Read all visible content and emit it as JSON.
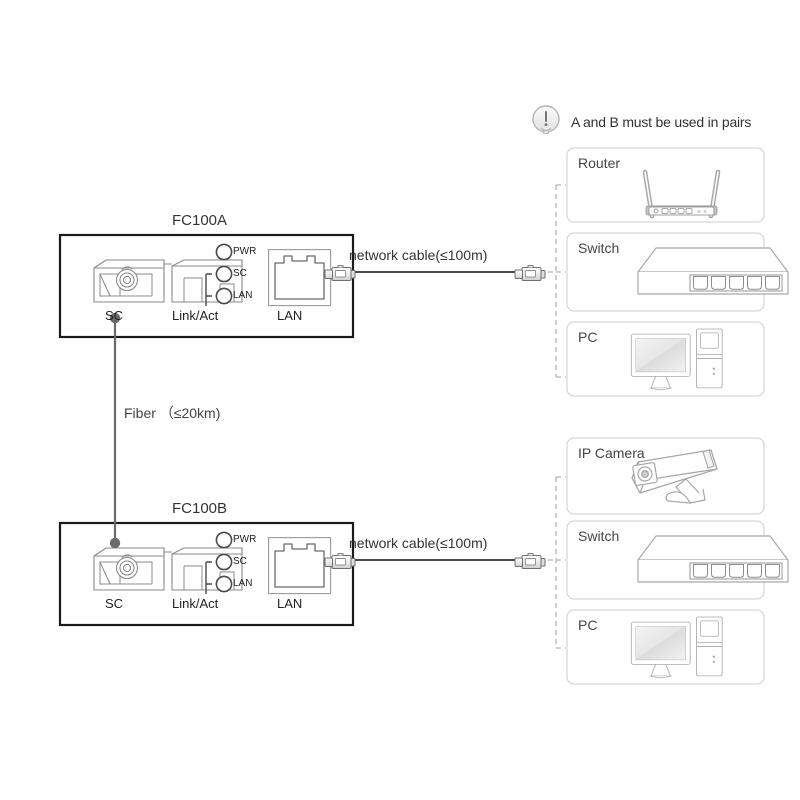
{
  "note": {
    "icon": "exclamation-bulb-icon",
    "text": "A and B must be used in pairs"
  },
  "devices": [
    {
      "id": "fc100a",
      "title": "FC100A",
      "sc_label": "SC",
      "link_act_label": "Link/Act",
      "lan_label": "LAN",
      "leds": [
        "PWR",
        "SC",
        "LAN"
      ],
      "cable_label": "network cable(≤100m)"
    },
    {
      "id": "fc100b",
      "title": "FC100B",
      "sc_label": "SC",
      "link_act_label": "Link/Act",
      "lan_label": "LAN",
      "leds": [
        "PWR",
        "SC",
        "LAN"
      ],
      "cable_label": "network cable(≤100m)"
    }
  ],
  "fiber": {
    "label": "Fiber （≤20km)"
  },
  "top_panels": [
    {
      "label": "Router",
      "icon": "router-icon"
    },
    {
      "label": "Switch",
      "icon": "switch-icon"
    },
    {
      "label": "PC",
      "icon": "pc-icon"
    }
  ],
  "bottom_panels": [
    {
      "label": "IP Camera",
      "icon": "ip-camera-icon"
    },
    {
      "label": "Switch",
      "icon": "switch-icon"
    },
    {
      "label": "PC",
      "icon": "pc-icon"
    }
  ],
  "colors": {
    "line": "#3a3a3a",
    "device_border": "#1a1a1a",
    "panel_border": "#d8d8d8",
    "dashed": "#b0b0b0",
    "illustration": "#9a9a9a",
    "screen_fill": "#e8e8e8"
  }
}
